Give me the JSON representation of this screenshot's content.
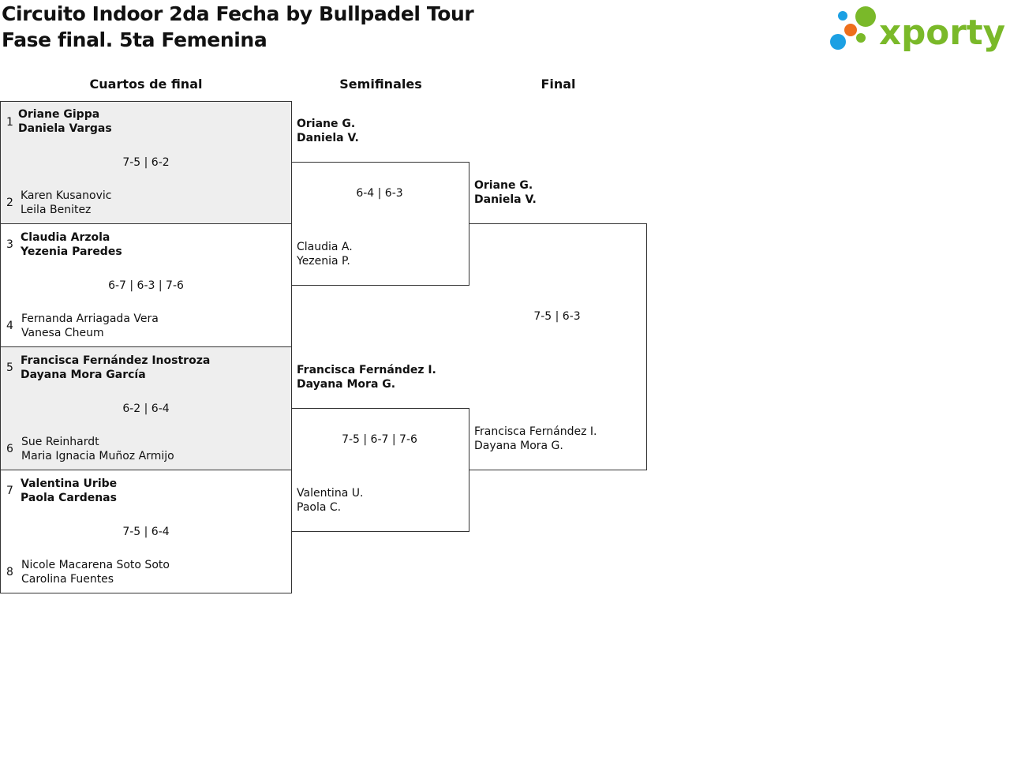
{
  "header": {
    "title_line1": "Circuito Indoor 2da Fecha by Bullpadel Tour",
    "title_line2": "Fase final. 5ta Femenina"
  },
  "logo": {
    "text": "xporty",
    "colors": {
      "green": "#7ab929",
      "orange": "#ee6f1c",
      "blue": "#1ca0e3"
    }
  },
  "rounds": {
    "quarterfinals": "Cuartos de final",
    "semifinals": "Semifinales",
    "final": "Final"
  },
  "quarterfinals": [
    {
      "score": "7-5 | 6-2",
      "top": {
        "seed": "1",
        "p1": "Oriane Gippa",
        "p2": "Daniela Vargas"
      },
      "bottom": {
        "seed": "2",
        "p1": "Karen Kusanovic",
        "p2": "Leila Benitez"
      }
    },
    {
      "score": "6-7 | 6-3 | 7-6",
      "top": {
        "seed": "3",
        "p1": "Claudia Arzola",
        "p2": "Yezenia Paredes"
      },
      "bottom": {
        "seed": "4",
        "p1": "Fernanda Arriagada Vera",
        "p2": "Vanesa Cheum"
      }
    },
    {
      "score": "6-2 | 6-4",
      "top": {
        "seed": "5",
        "p1": "Francisca Fernández Inostroza",
        "p2": "Dayana Mora García"
      },
      "bottom": {
        "seed": "6",
        "p1": "Sue Reinhardt",
        "p2": "Maria Ignacia Muñoz Armijo"
      }
    },
    {
      "score": "7-5 | 6-4",
      "top": {
        "seed": "7",
        "p1": "Valentina Uribe",
        "p2": "Paola Cardenas"
      },
      "bottom": {
        "seed": "8",
        "p1": "Nicole Macarena Soto Soto",
        "p2": "Carolina Fuentes"
      }
    }
  ],
  "semifinals": [
    {
      "score": "6-4 | 6-3",
      "top": {
        "p1": "Oriane G.",
        "p2": "Daniela V."
      },
      "bottom": {
        "p1": "Claudia A.",
        "p2": "Yezenia P."
      }
    },
    {
      "score": "7-5 | 6-7 | 7-6",
      "top": {
        "p1": "Francisca Fernández I.",
        "p2": "Dayana Mora G."
      },
      "bottom": {
        "p1": "Valentina U.",
        "p2": "Paola C."
      }
    }
  ],
  "final": {
    "score": "7-5 | 6-3",
    "top": {
      "p1": "Oriane G.",
      "p2": "Daniela V."
    },
    "bottom": {
      "p1": "Francisca Fernández I.",
      "p2": "Dayana Mora G."
    }
  }
}
